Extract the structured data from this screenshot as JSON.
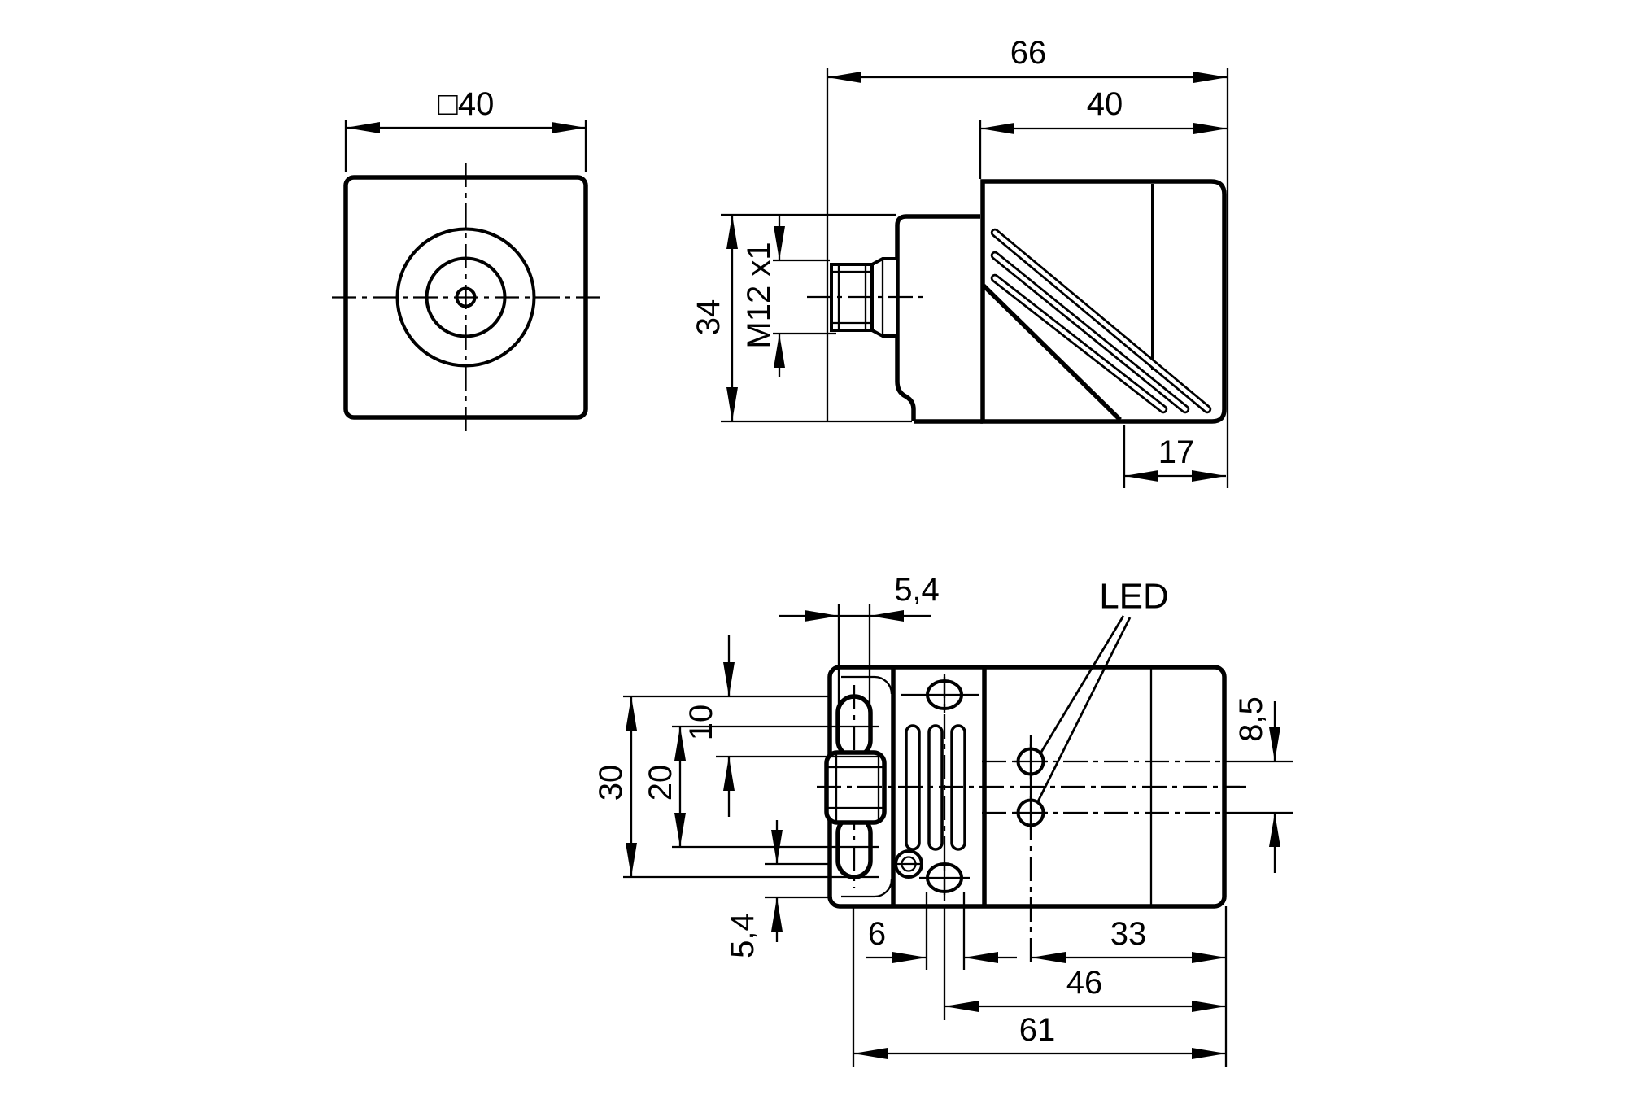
{
  "drawing": {
    "background_color": "#ffffff",
    "line_color": "#000000",
    "front_view": {
      "width_label": "□40"
    },
    "side_view": {
      "overall_length": "66",
      "body_length": "40",
      "connector_block_height": "34",
      "thread_label": "M12 x1",
      "face_length": "17"
    },
    "bottom_view": {
      "slot_width": "5,4",
      "led_label": "LED",
      "slot_length": "10",
      "slot_outer_span": "30",
      "slot_center_distance": "20",
      "led_spacing": "8,5",
      "screw_edge_offset": "5,4",
      "hole_diameter": "6",
      "led_to_end": "33",
      "hole_to_end": "46",
      "slot_to_end": "61"
    }
  }
}
